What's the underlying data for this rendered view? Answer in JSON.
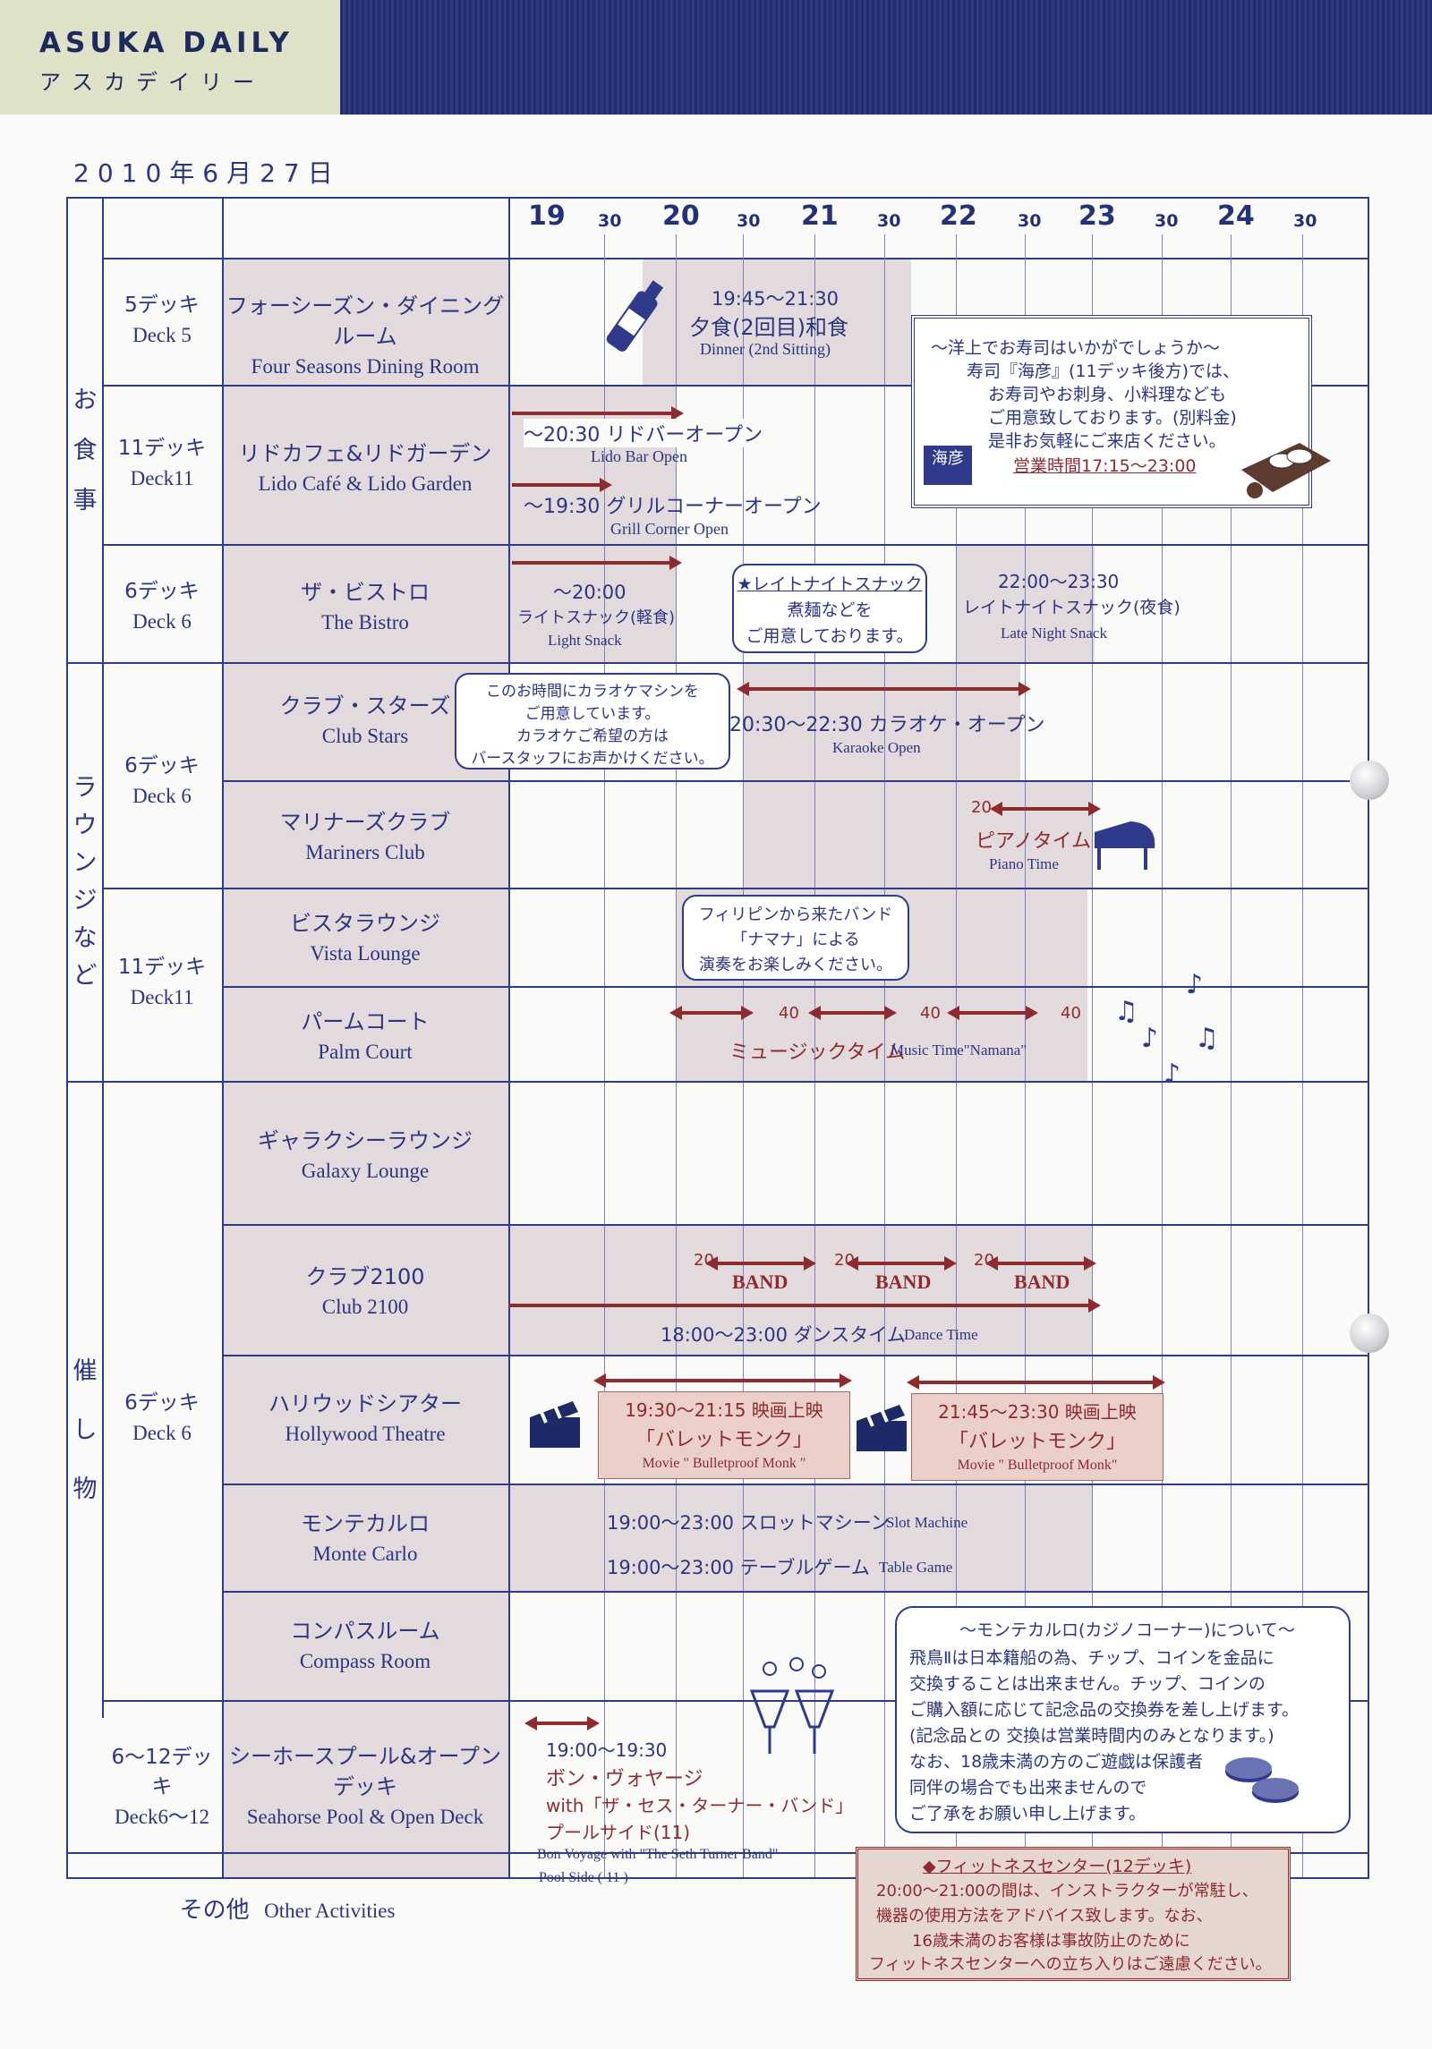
{
  "header": {
    "brand_en": "ASUKA DAILY",
    "brand_ja": "アスカデイリー",
    "date": "2010年6月27日"
  },
  "timeline": {
    "hours": [
      "19",
      "20",
      "21",
      "22",
      "23",
      "24"
    ],
    "halves": [
      "30",
      "30",
      "30",
      "30",
      "30",
      "30"
    ]
  },
  "categories": {
    "meal": "お食事",
    "lounge": "ラウンジなど",
    "event": "催し物"
  },
  "decks": {
    "d5": {
      "ja": "5デッキ",
      "en": "Deck 5"
    },
    "d11a": {
      "ja": "11デッキ",
      "en": "Deck11"
    },
    "d6a": {
      "ja": "6デッキ",
      "en": "Deck 6"
    },
    "d6b": {
      "ja": "6デッキ",
      "en": "Deck 6"
    },
    "d11b": {
      "ja": "11デッキ",
      "en": "Deck11"
    },
    "d6c": {
      "ja": "6デッキ",
      "en": "Deck 6"
    },
    "d612": {
      "ja": "6〜12デッキ",
      "en": "Deck6〜12"
    }
  },
  "venues": {
    "four_seasons": {
      "ja": "フォーシーズン・ダイニングルーム",
      "en": "Four Seasons Dining Room"
    },
    "lido": {
      "ja": "リドカフェ&リドガーデン",
      "en": "Lido Café & Lido Garden"
    },
    "bistro": {
      "ja": "ザ・ビストロ",
      "en": "The Bistro"
    },
    "club_stars": {
      "ja": "クラブ・スターズ",
      "en": "Club Stars"
    },
    "mariners": {
      "ja": "マリナーズクラブ",
      "en": "Mariners Club"
    },
    "vista": {
      "ja": "ビスタラウンジ",
      "en": "Vista Lounge"
    },
    "palm": {
      "ja": "パームコート",
      "en": "Palm Court"
    },
    "galaxy": {
      "ja": "ギャラクシーラウンジ",
      "en": "Galaxy Lounge"
    },
    "club2100": {
      "ja": "クラブ2100",
      "en": "Club 2100"
    },
    "hollywood": {
      "ja": "ハリウッドシアター",
      "en": "Hollywood Theatre"
    },
    "monte": {
      "ja": "モンテカルロ",
      "en": "Monte Carlo"
    },
    "compass": {
      "ja": "コンパスルーム",
      "en": "Compass Room"
    },
    "seahorse": {
      "ja": "シーホースプール&オープンデッキ",
      "en": "Seahorse Pool & Open Deck"
    },
    "other": {
      "ja": "その他",
      "en": "Other Activities"
    }
  },
  "events": {
    "dinner_time": "19:45〜21:30",
    "dinner_ja": "夕食(2回目)和食",
    "dinner_en": "Dinner (2nd Sitting)",
    "lido_bar_ja": "〜20:30 リドバーオープン",
    "lido_bar_en": "Lido Bar Open",
    "grill_ja": "〜19:30 グリルコーナーオープン",
    "grill_en": "Grill Corner Open",
    "light_time": "〜20:00",
    "light_ja": "ライトスナック(軽食)",
    "light_en": "Light Snack",
    "late_bubble1": "★レイトナイトスナック",
    "late_bubble2": "煮麺などを",
    "late_bubble3": "ご用意しております。",
    "late_time": "22:00〜23:30",
    "late_ja": "レイトナイトスナック(夜食)",
    "late_en": "Late Night Snack",
    "karaoke_b1": "このお時間にカラオケマシンを",
    "karaoke_b2": "ご用意しています。",
    "karaoke_b3": "カラオケご希望の方は",
    "karaoke_b4": "バースタッフにお声かけください。",
    "karaoke_ja": "20:30〜22:30 カラオケ・オープン",
    "karaoke_en": "Karaoke Open",
    "piano_num": "20",
    "piano_ja": "ピアノタイム",
    "piano_en": "Piano Time",
    "band_b1": "フィリピンから来たバンド",
    "band_b2": "「ナマナ」による",
    "band_b3": "演奏をお楽しみください。",
    "music_n1": "40",
    "music_n2": "40",
    "music_n3": "40",
    "music_ja": "ミュージックタイム",
    "music_en": "Music Time\"Namana\"",
    "band_n1": "20",
    "band_n2": "20",
    "band_n3": "20",
    "band_label1": "BAND",
    "band_label2": "BAND",
    "band_label3": "BAND",
    "dance_ja": "18:00〜23:00 ダンスタイム",
    "dance_en": "Dance Time",
    "movie1_t": "19:30〜21:15 映画上映",
    "movie1_ja": "「バレットモンク」",
    "movie1_en": "Movie \" Bulletproof Monk \"",
    "movie2_t": "21:45〜23:30 映画上映",
    "movie2_ja": "「バレットモンク」",
    "movie2_en": "Movie \" Bulletproof Monk\"",
    "slot_ja": "19:00〜23:00 スロットマシーン",
    "slot_en": "Slot Machine",
    "table_ja": "19:00〜23:00 テーブルゲーム",
    "table_en": "Table Game",
    "bv_time": "19:00〜19:30",
    "bv_ja1": "ボン・ヴォヤージ",
    "bv_ja2": "with「ザ・セス・ターナー・バンド」",
    "bv_ja3": "プールサイド(11)",
    "bv_en1": "Bon Voyage with \"The Seth Turner Band\"",
    "bv_en2": "Pool Side ( 11 )"
  },
  "sushi_box": {
    "l1": "〜洋上でお寿司はいかがでしょうか〜",
    "l2": "寿司『海彦』(11デッキ後方)では、",
    "l3": "お寿司やお刺身、小料理なども",
    "l4": "ご用意致しております。(別料金)",
    "l5": "是非お気軽にご来店ください。",
    "hours": "営業時間17:15〜23:00",
    "logo": "海彦"
  },
  "casino_box": {
    "title": "〜モンテカルロ(カジノコーナー)について〜",
    "l1": "飛鳥Ⅱは日本籍船の為、チップ、コインを金品に",
    "l2": "交換することは出来ません。チップ、コインの",
    "l3": "ご購入額に応じて記念品の交換券を差し上げます。",
    "l4": "(記念品との 交換は営業時間内のみとなります。)",
    "l5": "なお、18歳未満の方のご遊戯は保護者",
    "l6": "同伴の場合でも出来ませんので",
    "l7": "ご了承をお願い申し上げます。"
  },
  "fitness_box": {
    "title": "◆フィットネスセンター(12デッキ)",
    "l1": "20:00〜21:00の間は、インストラクターが常駐し、",
    "l2": "機器の使用方法をアドバイス致します。なお、",
    "l3": "16歳未満のお客様は事故防止のために",
    "l4": "フィットネスセンターへの立ち入りはご遠慮ください。"
  },
  "colors": {
    "navy": "#2f3b8a",
    "maroon": "#8d2b2f",
    "shade": "#e3dadd",
    "header_left": "#dde2c9"
  }
}
